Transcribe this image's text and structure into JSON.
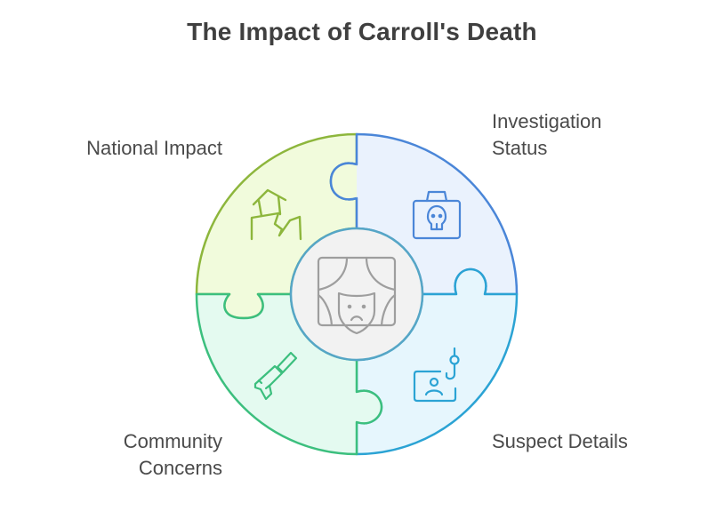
{
  "title": "The Impact of Carroll's Death",
  "center": {
    "icon": "theater-sad-mask-icon",
    "fill": "#f2f2f2",
    "stroke": "#9e9e9e"
  },
  "segments": [
    {
      "id": "national-impact",
      "position": "top-left",
      "label_lines": [
        "National Impact"
      ],
      "icon": "collapsed-house-icon",
      "fill": "#f1fbdc",
      "stroke": "#8db63c"
    },
    {
      "id": "investigation-status",
      "position": "top-right",
      "label_lines": [
        "Investigation",
        "Status"
      ],
      "icon": "skull-briefcase-icon",
      "fill": "#eaf2fd",
      "stroke": "#4a86d8"
    },
    {
      "id": "suspect-details",
      "position": "bottom-right",
      "label_lines": [
        "Suspect Details"
      ],
      "icon": "suspect-profile-hook-icon",
      "fill": "#e6f6fd",
      "stroke": "#2ba3d4"
    },
    {
      "id": "community-concerns",
      "position": "bottom-left",
      "label_lines": [
        "Community",
        "Concerns"
      ],
      "icon": "silenced-gun-icon",
      "fill": "#e4faf0",
      "stroke": "#3cbf7e"
    }
  ]
}
